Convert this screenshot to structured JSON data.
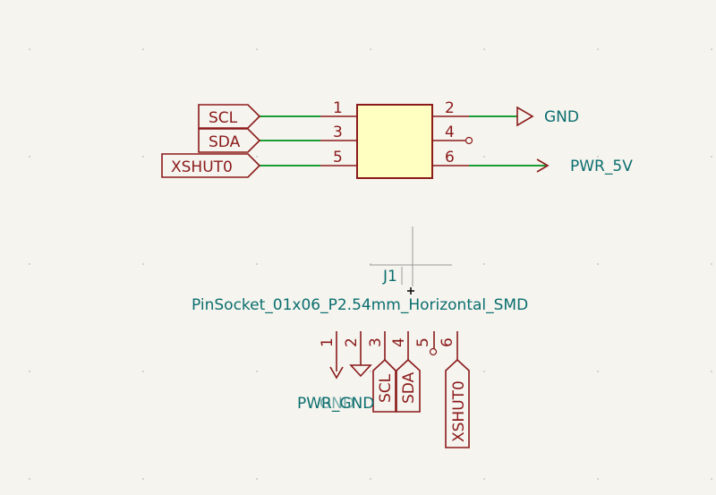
{
  "colors": {
    "background": "#f5f4ef",
    "wire": "#1c9c35",
    "symbol": "#8b1a1a",
    "body_fill": "#ffffc2",
    "text_value": "#0b6e6e",
    "grid_dot": "#c8c8c8",
    "cursor": "#9a9a9a"
  },
  "main_symbol": {
    "left_pins": [
      "1",
      "3",
      "5"
    ],
    "right_pins": [
      "2",
      "4",
      "6"
    ]
  },
  "global_labels": {
    "scl": "SCL",
    "sda": "SDA",
    "xshut": "XSHUT0"
  },
  "power": {
    "gnd": "GND",
    "pwr5v": "PWR_5V"
  },
  "footprint": {
    "reference": "J1",
    "value": "PinSocket_01x06_P2.54mm_Horizontal_SMD",
    "pins": [
      "1",
      "2",
      "3",
      "4",
      "5",
      "6"
    ],
    "labels": {
      "scl": "SCL",
      "sda": "SDA",
      "xshut": "XSHUT0"
    },
    "power_overlap": "PWR_GND"
  }
}
